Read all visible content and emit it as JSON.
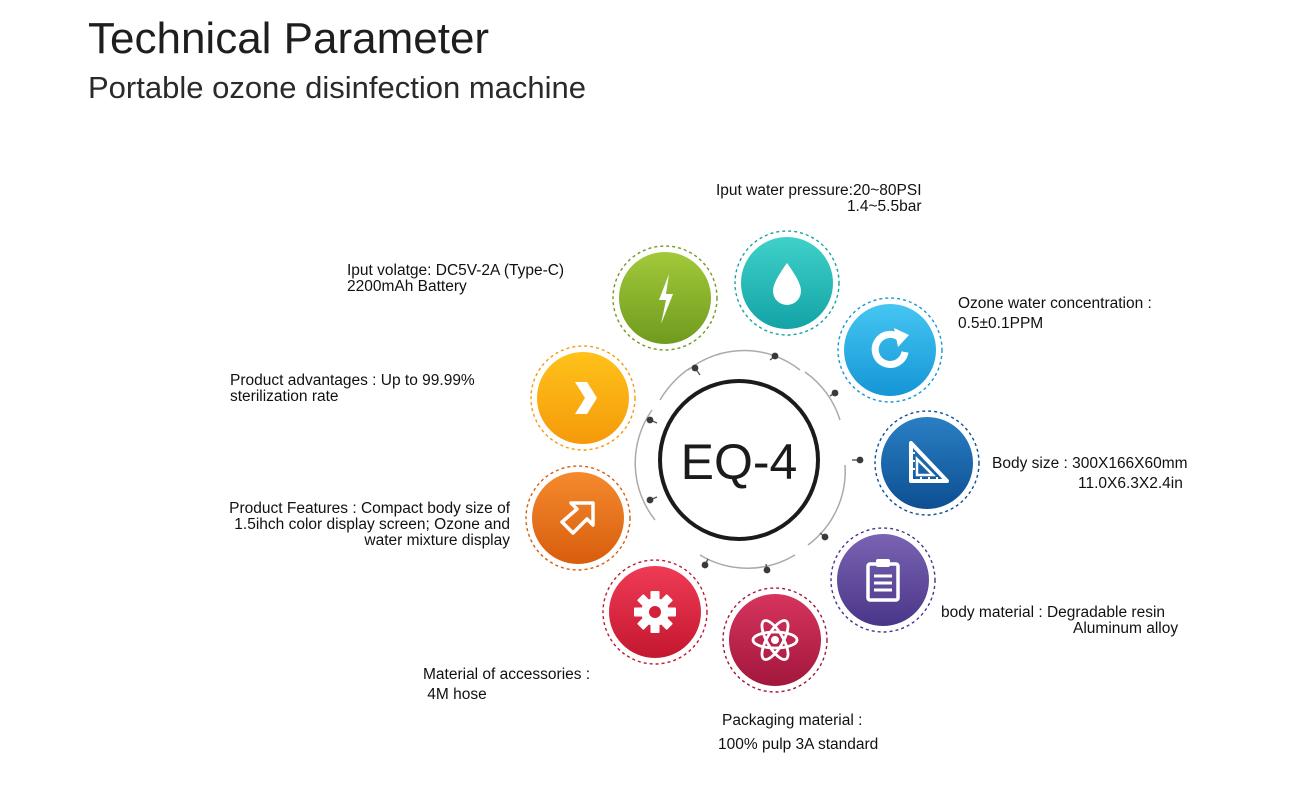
{
  "header": {
    "title": "Technical Parameter",
    "subtitle": "Portable ozone disinfection machine"
  },
  "hub": {
    "label": "EQ-4"
  },
  "nodes": [
    {
      "id": "water-pressure",
      "icon": "water-drop-icon",
      "color_light": "#3fd1c9",
      "color_dark": "#14a3a6",
      "lines": [
        "Iput water pressure:20~80PSI",
        "1.4~5.5bar"
      ]
    },
    {
      "id": "ozone-concentration",
      "icon": "refresh-icon",
      "color_light": "#45c6f2",
      "color_dark": "#1596d6",
      "lines": [
        "Ozone water concentration :",
        "0.5±0.1PPM"
      ]
    },
    {
      "id": "body-size",
      "icon": "triangle-ruler-icon",
      "color_light": "#2a7fc4",
      "color_dark": "#0d4f92",
      "lines": [
        "Body size : 300X166X60mm",
        "11.0X6.3X2.4in"
      ]
    },
    {
      "id": "body-material",
      "icon": "clipboard-icon",
      "color_light": "#7a63b2",
      "color_dark": "#4a3689",
      "lines": [
        "body material : Degradable resin",
        "Aluminum alloy"
      ]
    },
    {
      "id": "packaging-material",
      "icon": "atom-icon",
      "color_light": "#d6345e",
      "color_dark": "#a3173c",
      "lines": [
        "Packaging material :",
        "100% pulp  3A standard"
      ]
    },
    {
      "id": "accessories",
      "icon": "gear-icon",
      "color_light": "#ef3b56",
      "color_dark": "#c4172f",
      "lines": [
        "Material of accessories :",
        " 4M hose"
      ]
    },
    {
      "id": "product-features",
      "icon": "arrow-up-right-icon",
      "color_light": "#f58a2e",
      "color_dark": "#d85d0d",
      "lines": [
        "Product Features : Compact body size of",
        "1.5ihch color display screen;  Ozone and",
        "water mixture display"
      ]
    },
    {
      "id": "product-advantages",
      "icon": "chevron-right-icon",
      "color_light": "#ffc21a",
      "color_dark": "#f59a0a",
      "lines": [
        "Product advantages : Up to 99.99%",
        "sterilization rate"
      ]
    },
    {
      "id": "input-voltage",
      "icon": "lightning-icon",
      "color_light": "#a3c93a",
      "color_dark": "#6f9b1e",
      "lines": [
        "Iput volatge: DC5V-2A (Type-C)",
        "2200mAh Battery"
      ]
    }
  ]
}
